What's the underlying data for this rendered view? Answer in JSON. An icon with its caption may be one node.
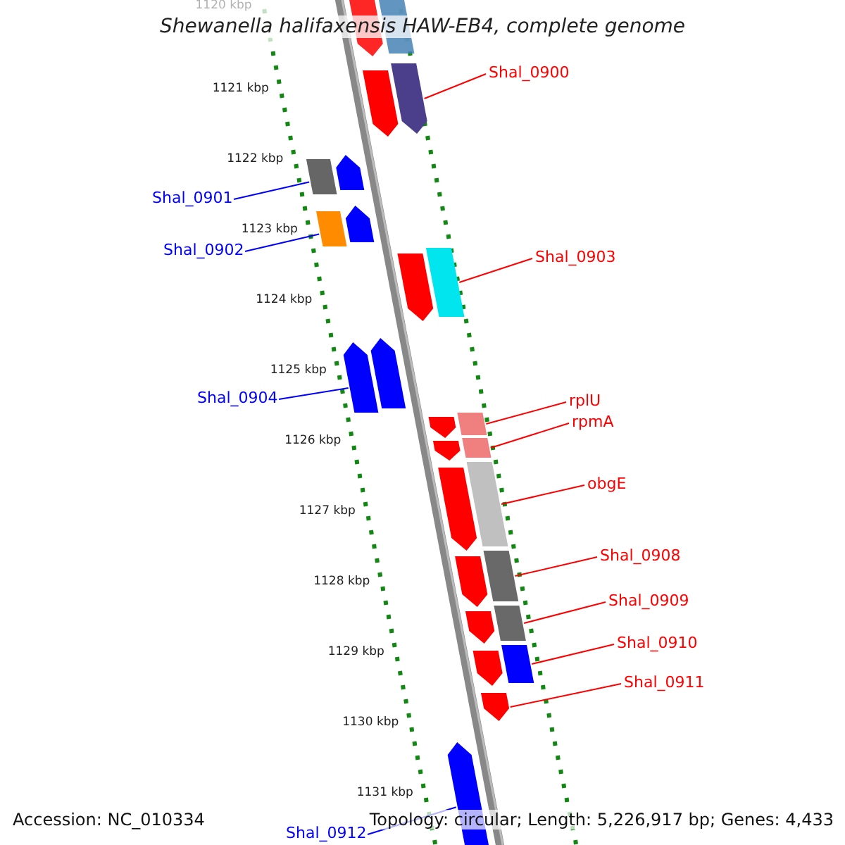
{
  "diagram": {
    "title": "Shewanella halifaxensis HAW-EB4, complete genome",
    "nodes": [
      {
        "text": [
          "Shal_0900"
        ]
      },
      {
        "text": [
          "Shal_0901"
        ]
      },
      {
        "text": [
          "Shal_0902"
        ]
      },
      {
        "text": [
          "Shal_0903"
        ]
      },
      {
        "text": [
          "Shal_0904"
        ]
      },
      {
        "text": [
          "rplU"
        ]
      },
      {
        "text": [
          "rpmA"
        ]
      },
      {
        "text": [
          "obgE"
        ]
      },
      {
        "text": [
          "Shal_0908"
        ]
      },
      {
        "text": [
          "Shal_0909"
        ]
      },
      {
        "text": [
          "Shal_0910"
        ]
      },
      {
        "text": [
          "Shal_0911"
        ]
      },
      {
        "text": [
          "Shal_0912"
        ]
      },
      {
        "text": [],
        "shape": "bar"
      },
      {
        "text": [],
        "shape": "bar"
      },
      {
        "text": [],
        "shape": "bar"
      },
      {
        "text": [],
        "shape": "bar"
      },
      {
        "text": [],
        "shape": "bar"
      },
      {
        "text": [],
        "shape": "bar"
      },
      {
        "text": [],
        "shape": "bar"
      },
      {
        "text": [],
        "shape": "bar"
      },
      {
        "text": [],
        "shape": "bar"
      },
      {
        "text": [],
        "shape": "bar"
      },
      {
        "text": [],
        "shape": "bar"
      },
      {
        "text": [],
        "shape": "bar"
      },
      {
        "text": [],
        "shape": "bar"
      },
      {
        "text": [],
        "shape": "bar"
      },
      {
        "text": [],
        "shape": "bar"
      },
      {
        "text": [],
        "shape": "bar"
      },
      {
        "text": [],
        "shape": "bar"
      },
      {
        "text": [],
        "shape": "bar"
      },
      {
        "text": [],
        "shape": "bar"
      },
      {
        "text": [],
        "shape": "bar"
      },
      {
        "text": [],
        "shape": "bar"
      },
      {
        "text": [],
        "shape": "bar"
      },
      {
        "text": [],
        "shape": "bar"
      },
      {
        "text": [],
        "shape": "bar"
      },
      {
        "text": [],
        "shape": "bar"
      },
      {
        "text": [],
        "shape": "bar"
      }
    ],
    "edges": [
      {
        "from": 0,
        "to": 15,
        "arrow": "none"
      },
      {
        "from": 1,
        "to": 18,
        "arrow": "none",
        "color": "#0000ff"
      },
      {
        "from": 2,
        "to": 20,
        "arrow": "none",
        "color": "#0000ff"
      },
      {
        "from": 3,
        "to": 21,
        "arrow": "none"
      },
      {
        "from": 4,
        "to": 24,
        "arrow": "none",
        "color": "#0000ff"
      },
      {
        "from": 5,
        "to": 25,
        "arrow": "none"
      },
      {
        "from": 6,
        "to": 27,
        "arrow": "none"
      },
      {
        "from": 7,
        "to": 29,
        "arrow": "none"
      },
      {
        "from": 8,
        "to": 31,
        "arrow": "none"
      },
      {
        "from": 9,
        "to": 33,
        "arrow": "none"
      },
      {
        "from": 10,
        "to": 35,
        "arrow": "none"
      },
      {
        "from": 11,
        "to": 37,
        "arrow": "none"
      },
      {
        "from": 12,
        "to": 38,
        "arrow": "none",
        "color": "#0000ff"
      }
    ],
    "labels": [
      "1120 kbp",
      "1121 kbp",
      "1122 kbp",
      "1123 kbp",
      "1124 kbp",
      "1125 kbp",
      "1126 kbp",
      "1127 kbp",
      "1128 kbp",
      "1129 kbp",
      "1130 kbp",
      "1131 kbp",
      "Accession: NC_010334",
      "Topology: circular; Length: 5,226,917 bp; Genes: 4,433"
    ]
  }
}
